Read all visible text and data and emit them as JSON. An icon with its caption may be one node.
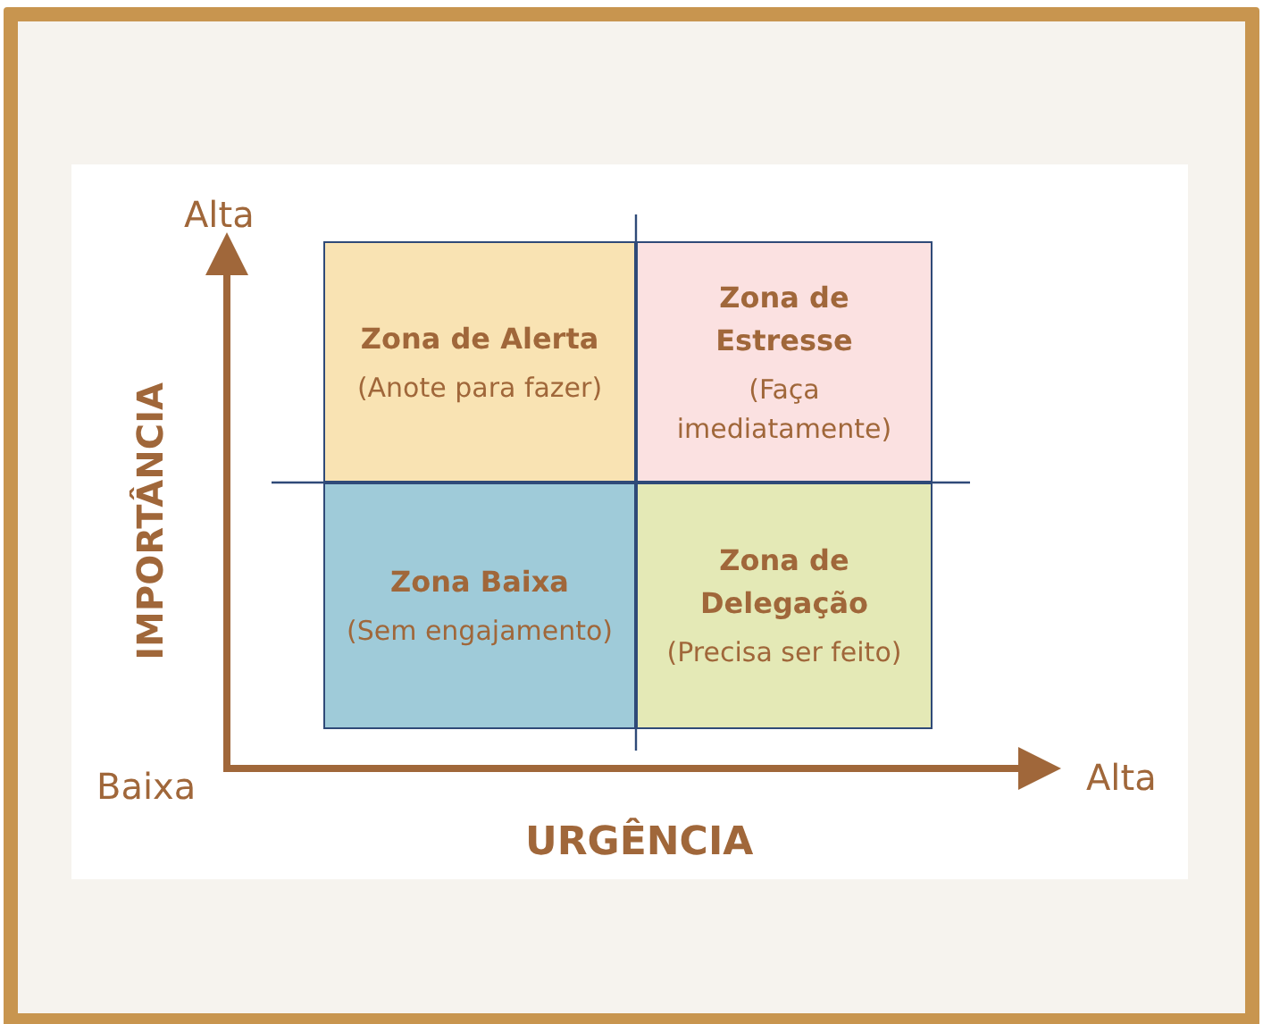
{
  "diagram": {
    "nodes": [
      {
        "text": [
          "Zona de Alerta",
          "(Anote para fazer)"
        ]
      },
      {
        "text": [
          "Zona de Estresse",
          "(Faça imediatamente)"
        ]
      },
      {
        "text": [
          "Zona Baixa",
          "(Sem engajamento)"
        ]
      },
      {
        "text": [
          "Zona de Delegação",
          "(Precisa ser feito)"
        ]
      }
    ],
    "edges": [],
    "labels": [
      "Alta",
      "IMPORTÂNCIA",
      "Baixa",
      "Alta",
      "URGÊNCIA"
    ]
  }
}
